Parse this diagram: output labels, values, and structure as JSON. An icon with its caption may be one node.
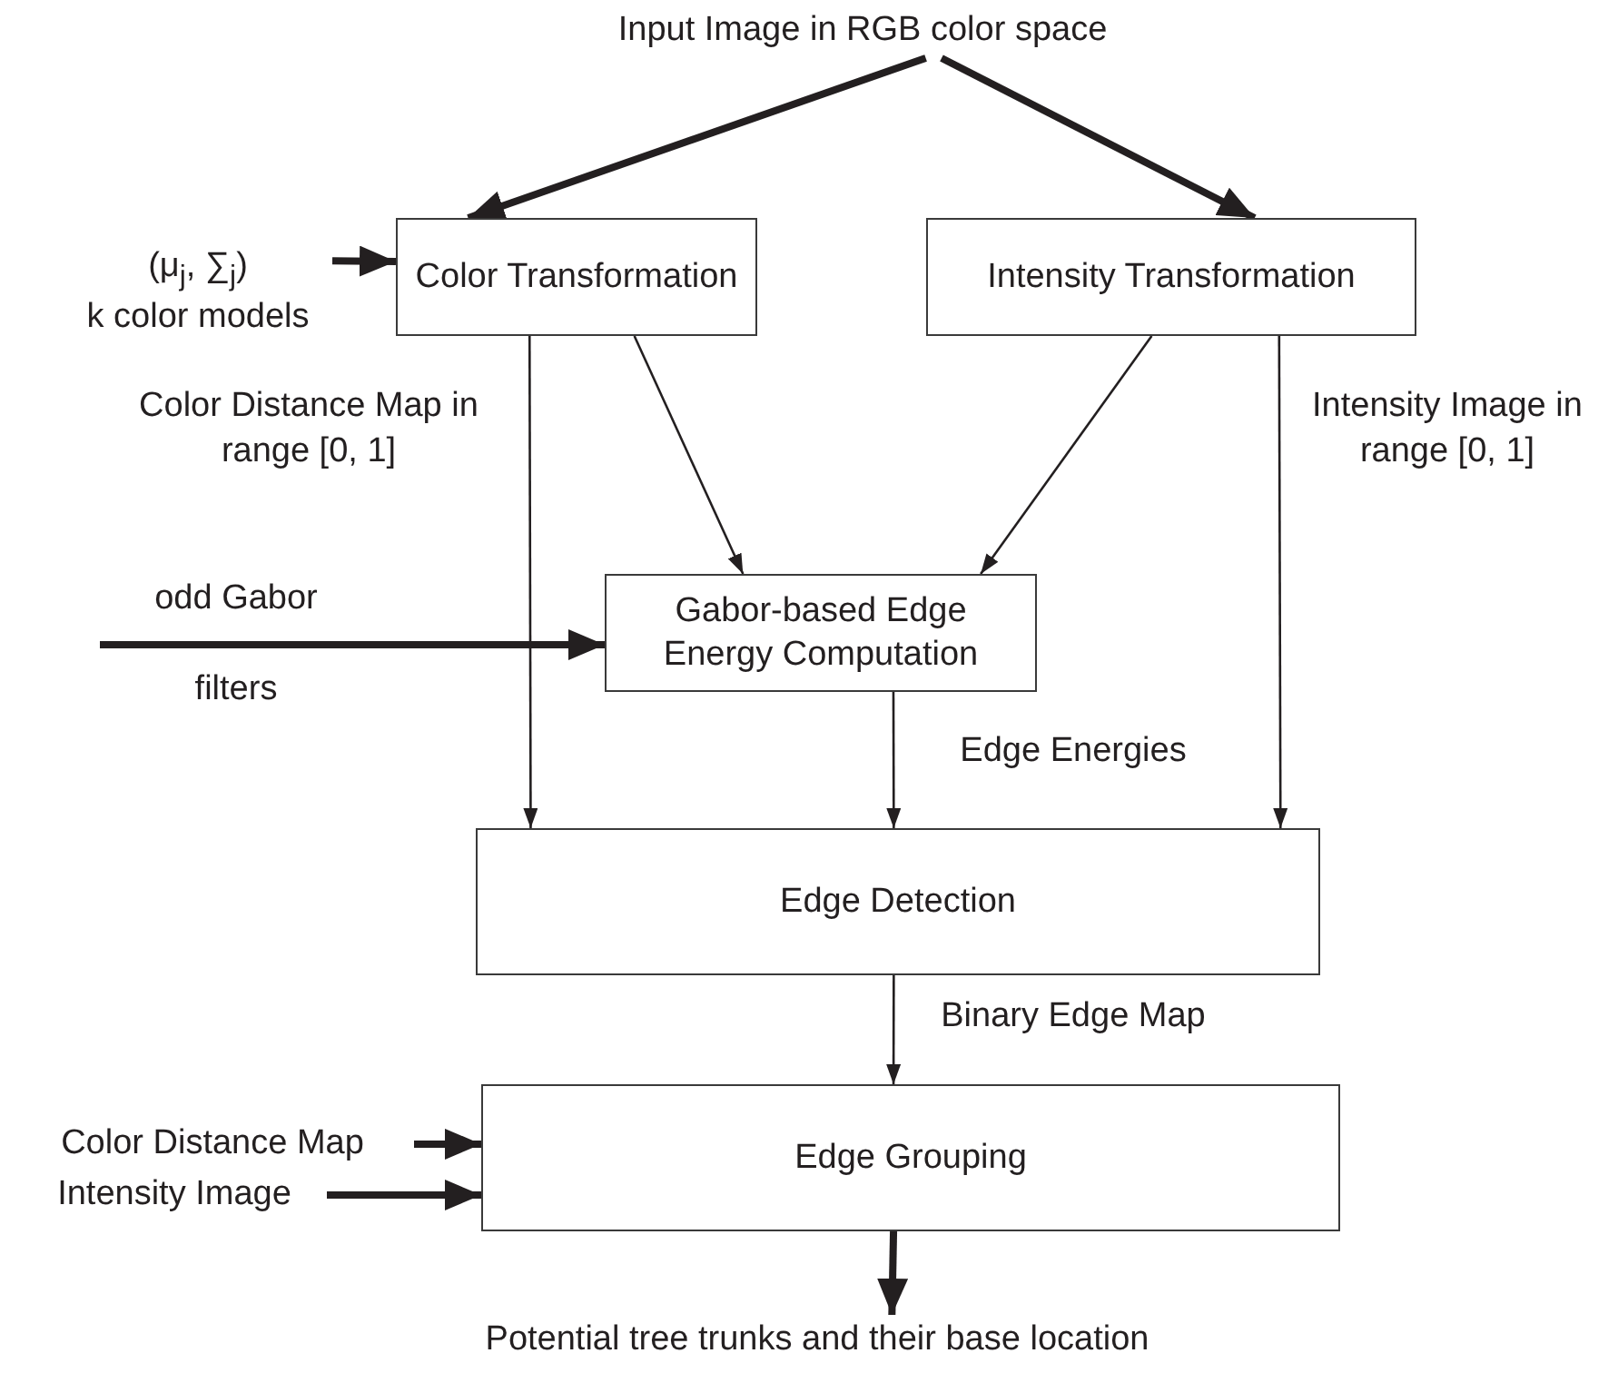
{
  "diagram": {
    "nodes": [
      {
        "text": [
          "Input Image in RGB color space"
        ]
      },
      {
        "text": [
          "Color Transformation"
        ]
      },
      {
        "text": [
          "Intensity Transformation"
        ]
      },
      {
        "text": [
          "(μ$_{j}$, ∑$_{j}$)",
          "k color models"
        ]
      },
      {
        "text": [
          "Gabor-based Edge Energy Computation"
        ]
      },
      {
        "text": [
          "odd Gabor filters"
        ]
      },
      {
        "text": [
          "Edge Detection"
        ]
      },
      {
        "text": [
          "Edge Grouping"
        ]
      },
      {
        "text": [
          "Color Distance Map"
        ]
      },
      {
        "text": [
          "Intensity Image"
        ]
      },
      {
        "text": [
          "Potential tree trunks and their base location"
        ]
      }
    ],
    "edges": [
      {
        "from": 0,
        "to": 1,
        "arrow": "to"
      },
      {
        "from": 0,
        "to": 2,
        "arrow": "to"
      },
      {
        "from": 3,
        "to": 1,
        "arrow": "to"
      },
      {
        "from": 1,
        "to": 4,
        "arrow": "to"
      },
      {
        "from": 2,
        "to": 4,
        "arrow": "to"
      },
      {
        "from": 1,
        "to": 6,
        "arrow": "to",
        "label": "Color Distance Map in range [0, 1]"
      },
      {
        "from": 2,
        "to": 6,
        "arrow": "to",
        "label": "Intensity Image in range [0, 1]"
      },
      {
        "from": 4,
        "to": 6,
        "arrow": "to",
        "label": "Edge Energies"
      },
      {
        "from": 5,
        "to": 4,
        "arrow": "to"
      },
      {
        "from": 6,
        "to": 7,
        "arrow": "to",
        "label": "Binary Edge Map"
      },
      {
        "from": 8,
        "to": 7,
        "arrow": "to"
      },
      {
        "from": 9,
        "to": 7,
        "arrow": "to"
      },
      {
        "from": 7,
        "to": 10,
        "arrow": "to"
      }
    ]
  }
}
